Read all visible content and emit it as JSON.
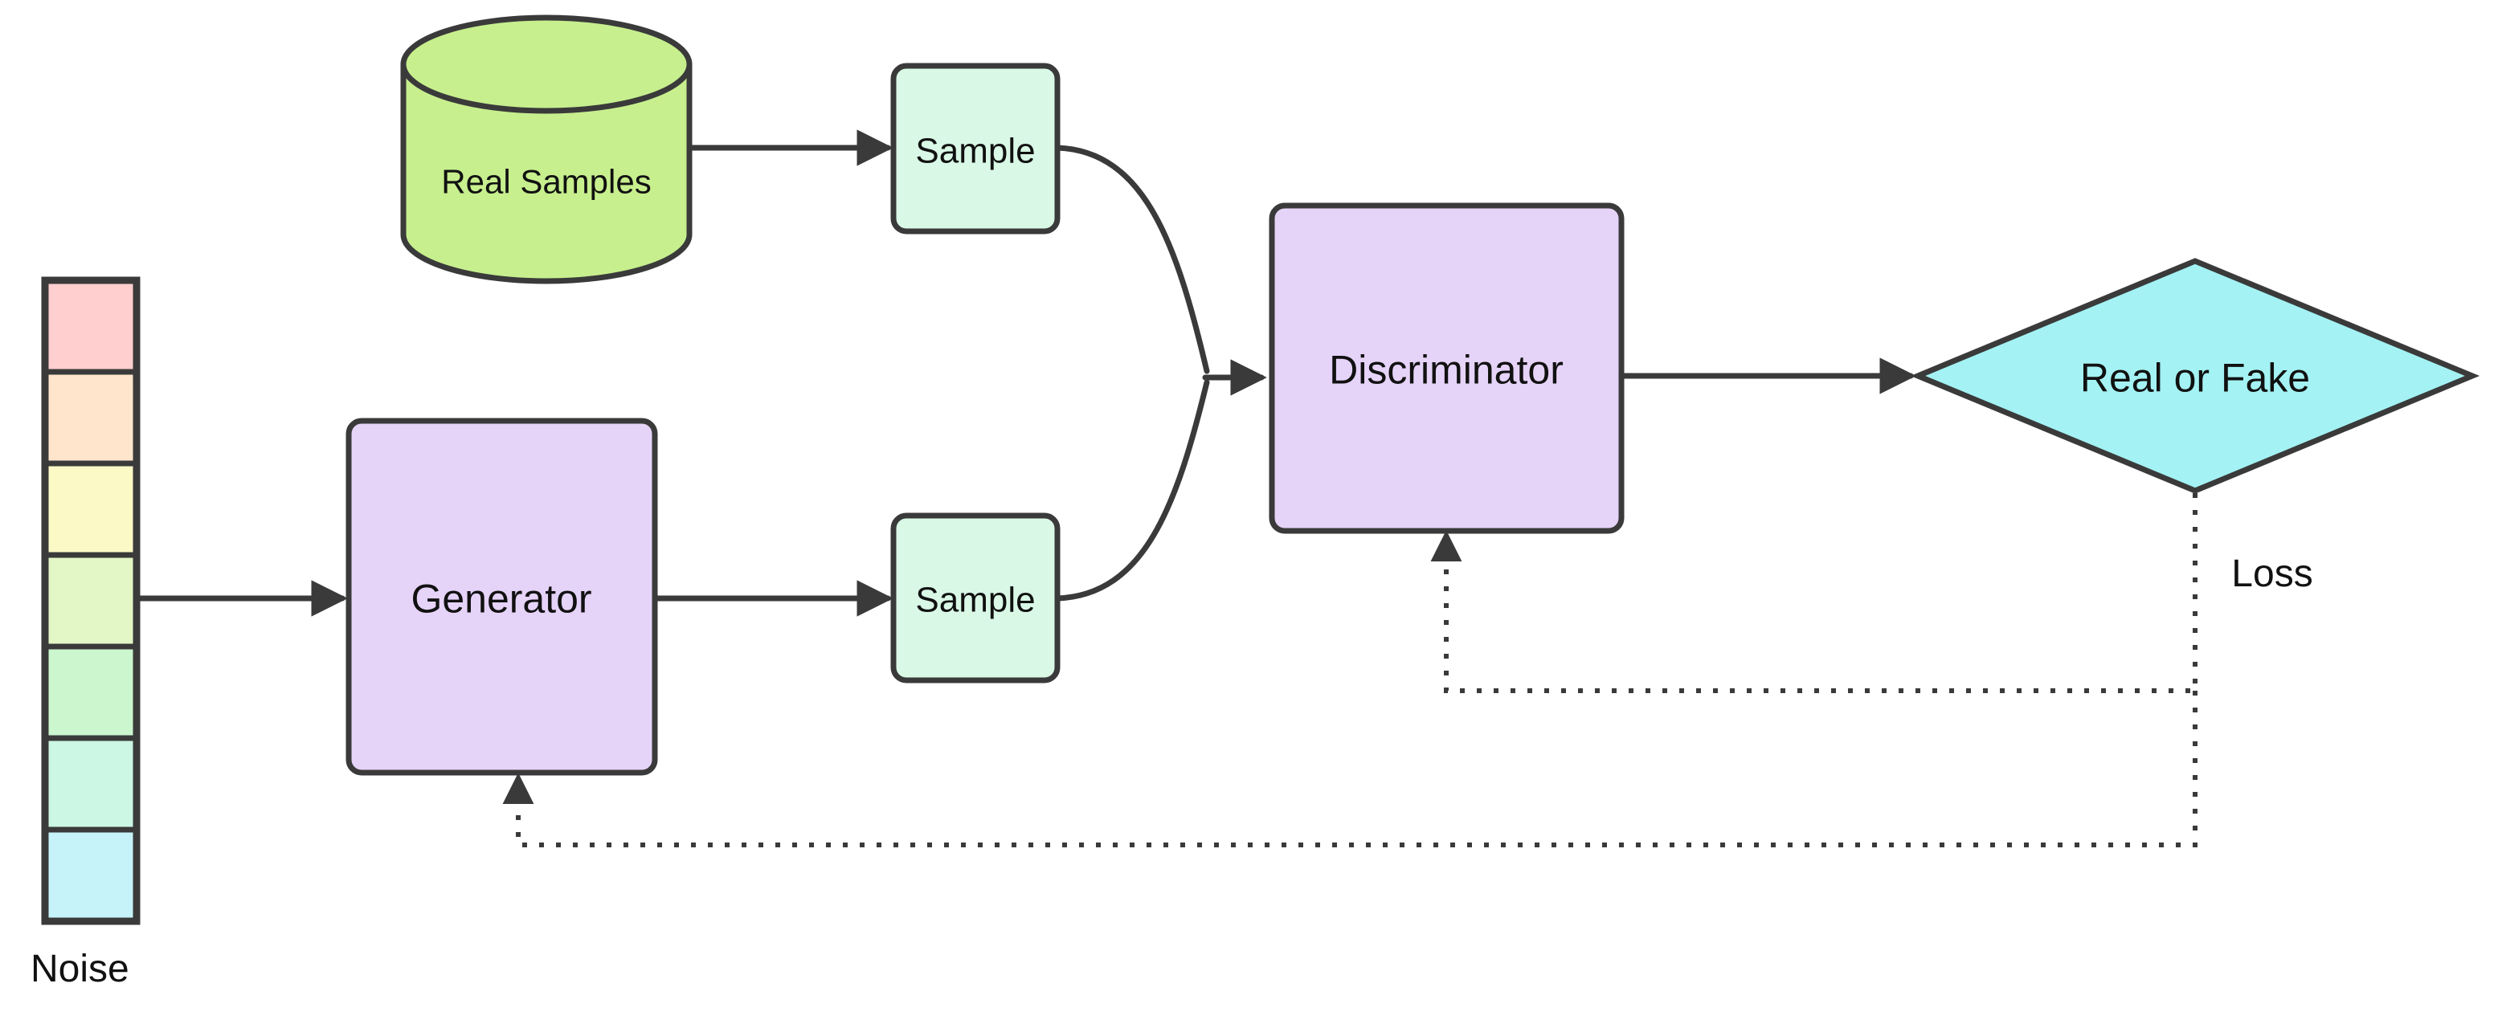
{
  "diagram": {
    "description": "GAN training flow diagram",
    "colors": {
      "background": "#ffffff",
      "outline": "#3a3a3a",
      "text": "#111111",
      "node_lavender": "#e6d3f8",
      "node_mint": "#d9f8e6",
      "cylinder_green": "#c7ef8e",
      "diamond_cyan": "#a4f2f4"
    },
    "nodes": {
      "real_samples": {
        "label": "Real Samples",
        "shape": "cylinder",
        "fill": "#c7ef8e"
      },
      "sample_real": {
        "label": "Sample",
        "shape": "rounded-rect",
        "fill": "#d9f8e6"
      },
      "sample_fake": {
        "label": "Sample",
        "shape": "rounded-rect",
        "fill": "#d9f8e6"
      },
      "generator": {
        "label": "Generator",
        "shape": "rounded-rect",
        "fill": "#e6d3f8"
      },
      "discriminator": {
        "label": "Discriminator",
        "shape": "rounded-rect",
        "fill": "#e6d3f8"
      },
      "real_or_fake": {
        "label": "Real or Fake",
        "shape": "diamond",
        "fill": "#a4f2f4"
      },
      "noise": {
        "label": "Noise",
        "shape": "vector-column",
        "cell_colors": [
          "#ffcfcf",
          "#ffe5cb",
          "#fbf9c5",
          "#e3f7c6",
          "#cbf6ce",
          "#cbf7e4",
          "#c5f3f9"
        ]
      }
    },
    "labels": {
      "loss": "Loss"
    },
    "edges": [
      {
        "from": "real_samples",
        "to": "sample_real",
        "style": "solid-arrow"
      },
      {
        "from": "noise",
        "to": "generator",
        "style": "solid-arrow"
      },
      {
        "from": "generator",
        "to": "sample_fake",
        "style": "solid-arrow"
      },
      {
        "from": "sample_real",
        "to": "discriminator",
        "style": "solid-curve"
      },
      {
        "from": "sample_fake",
        "to": "discriminator",
        "style": "solid-curve"
      },
      {
        "from": "discriminator",
        "to": "real_or_fake",
        "style": "solid-arrow"
      },
      {
        "from": "real_or_fake",
        "to": "discriminator",
        "style": "dotted-arrow",
        "meaning": "loss feedback"
      },
      {
        "from": "real_or_fake",
        "to": "generator",
        "style": "dotted-arrow",
        "meaning": "loss feedback"
      }
    ]
  }
}
